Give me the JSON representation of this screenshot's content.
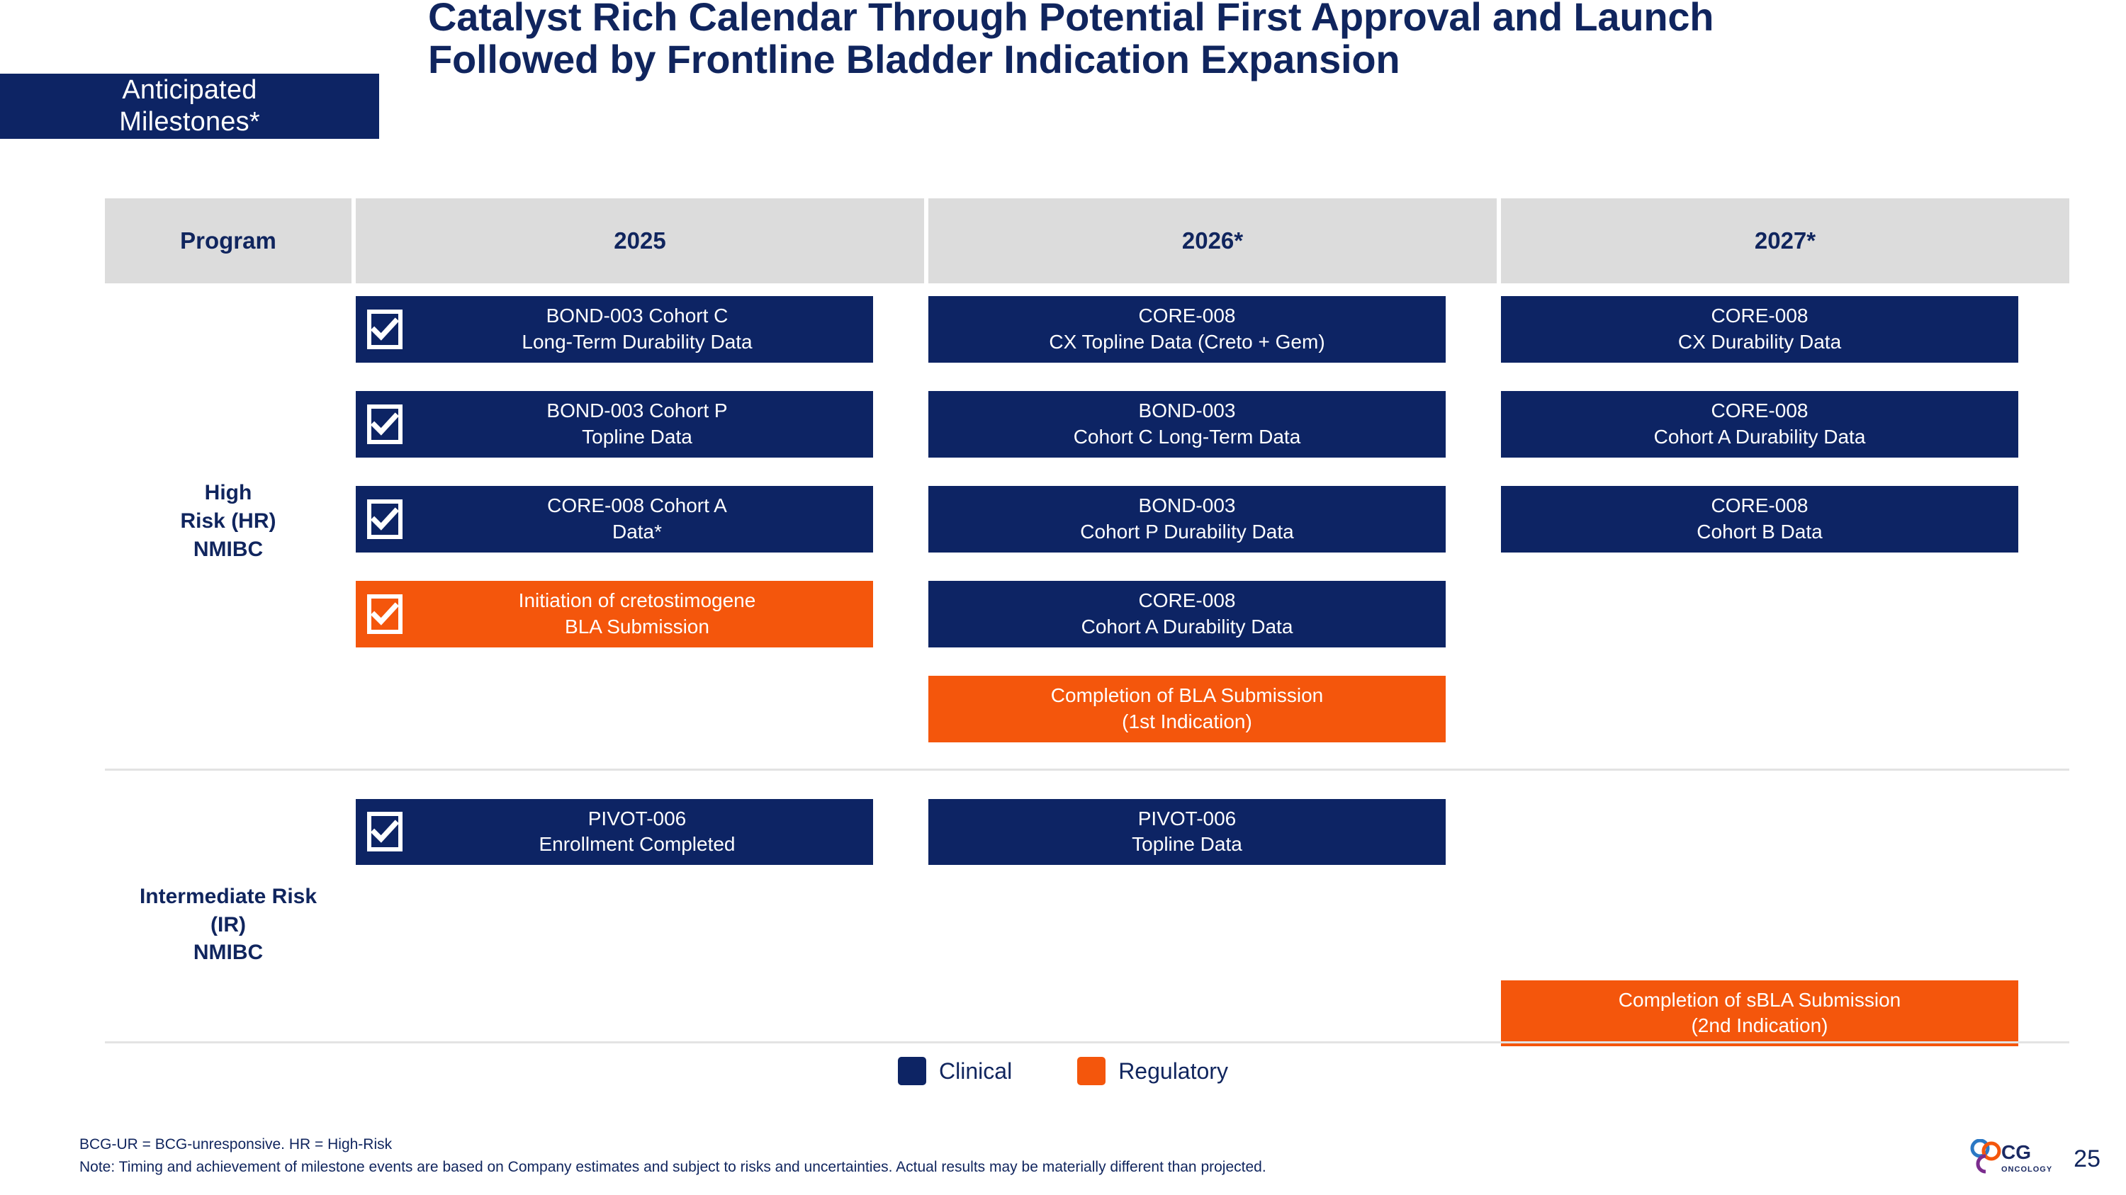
{
  "header": {
    "banner_label": "Anticipated\nMilestones*",
    "title": "Catalyst Rich Calendar Through Potential First Approval and Launch Followed by Frontline Bladder Indication Expansion"
  },
  "table": {
    "columns": [
      "Program",
      "2025",
      "2026*",
      "2027*"
    ],
    "sections": [
      {
        "row_label": "High\nRisk (HR)\nNMIBC",
        "columns": [
          [
            {
              "text": "BOND-003 Cohort C\nLong-Term Durability Data",
              "type": "clinical",
              "checked": true
            },
            {
              "text": "BOND-003 Cohort P\nTopline Data",
              "type": "clinical",
              "checked": true
            },
            {
              "text": "CORE-008 Cohort A\nData*",
              "type": "clinical",
              "checked": true
            },
            {
              "text": "Initiation of cretostimogene\nBLA Submission",
              "type": "regulatory",
              "checked": true
            }
          ],
          [
            {
              "text": "CORE-008\nCX Topline Data (Creto + Gem)",
              "type": "clinical",
              "checked": false
            },
            {
              "text": "BOND-003\nCohort C Long-Term Data",
              "type": "clinical",
              "checked": false
            },
            {
              "text": "BOND-003\nCohort P Durability Data",
              "type": "clinical",
              "checked": false
            },
            {
              "text": "CORE-008\nCohort A Durability Data",
              "type": "clinical",
              "checked": false
            },
            {
              "text": "Completion of BLA Submission\n(1st Indication)",
              "type": "regulatory",
              "checked": false
            }
          ],
          [
            {
              "text": "CORE-008\nCX Durability Data",
              "type": "clinical",
              "checked": false
            },
            {
              "text": "CORE-008\nCohort A Durability Data",
              "type": "clinical",
              "checked": false
            },
            {
              "text": "CORE-008\nCohort B Data",
              "type": "clinical",
              "checked": false
            }
          ]
        ]
      },
      {
        "row_label": "Intermediate Risk\n(IR)\nNMIBC",
        "columns": [
          [
            {
              "text": "PIVOT-006\nEnrollment Completed",
              "type": "clinical",
              "checked": true
            }
          ],
          [
            {
              "text": "PIVOT-006\nTopline Data",
              "type": "clinical",
              "checked": false
            }
          ],
          [
            {
              "spacer": true
            },
            {
              "spacer": true
            },
            {
              "text": "Completion of sBLA Submission\n(2nd Indication)",
              "type": "regulatory",
              "checked": false
            }
          ]
        ]
      }
    ]
  },
  "legend": [
    {
      "label": "Clinical",
      "color": "#0d2464",
      "swatch": "sw-clinical"
    },
    {
      "label": "Regulatory",
      "color": "#f4560c",
      "swatch": "sw-regulatory"
    }
  ],
  "footnotes": [
    "BCG-UR = BCG-unresponsive. HR = High-Risk",
    "Note: Timing and achievement of milestone events are based on Company estimates and subject to risks and uncertainties. Actual results may be materially different than projected."
  ],
  "footer": {
    "logo_name": "CG",
    "logo_subtitle": "ONCOLOGY",
    "page_number": "25"
  },
  "colors": {
    "navy": "#0d2464",
    "orange": "#f4560c",
    "header_gray": "#dcdcdc",
    "text_navy": "#10255e"
  }
}
